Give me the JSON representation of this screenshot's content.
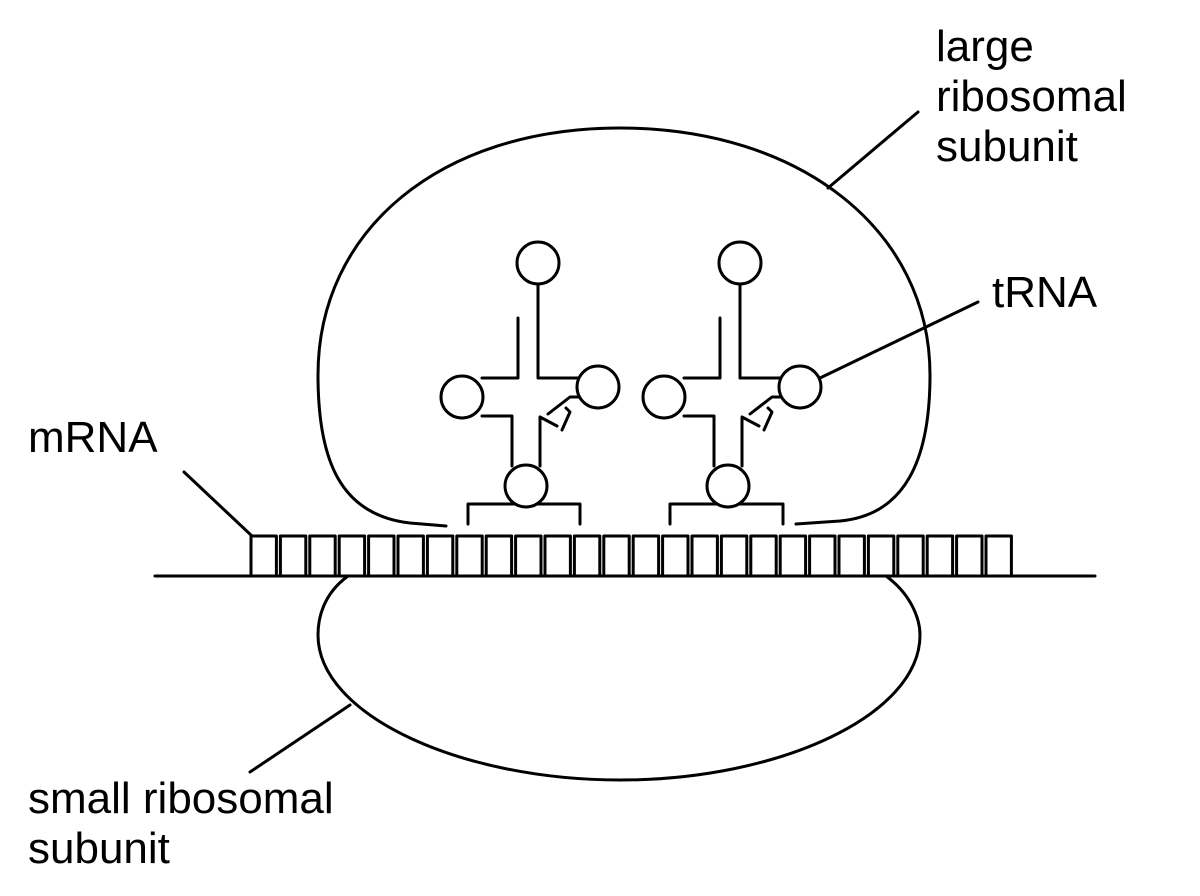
{
  "labels": {
    "large_subunit": [
      "large",
      "ribosomal",
      "subunit"
    ],
    "trna": "tRNA",
    "mrna": "mRNA",
    "small_subunit": [
      "small ribosomal",
      "subunit"
    ]
  },
  "colors": {
    "stroke": "#000000",
    "background": "#ffffff"
  }
}
